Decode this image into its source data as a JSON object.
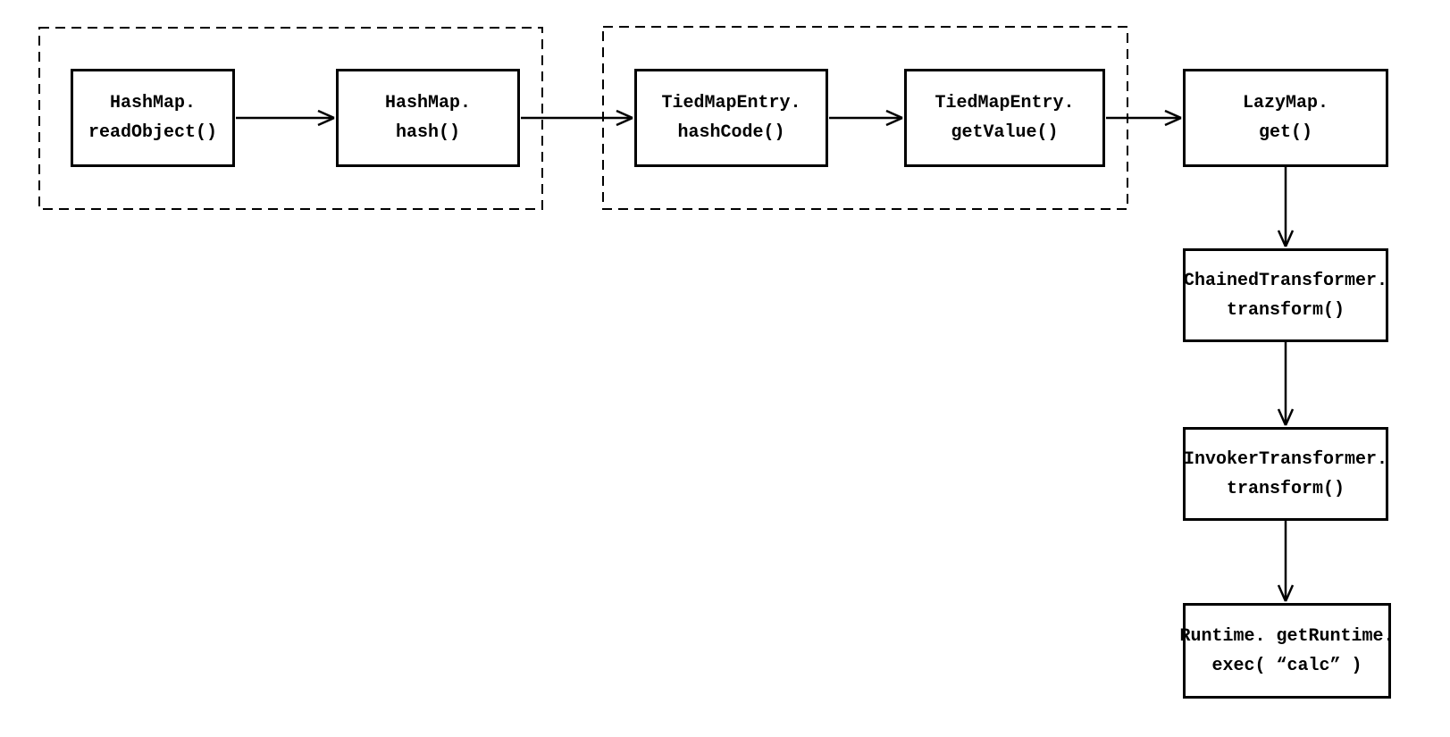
{
  "diagram": {
    "background_color": "#ffffff",
    "stroke_color": "#000000",
    "text_color": "#000000",
    "nodes": [
      {
        "id": "hashmap-readobject",
        "line1": "HashMap.",
        "line2": "readObject()"
      },
      {
        "id": "hashmap-hash",
        "line1": "HashMap.",
        "line2": "hash()"
      },
      {
        "id": "tiedmapentry-hashcode",
        "line1": "TiedMapEntry.",
        "line2": "hashCode()"
      },
      {
        "id": "tiedmapentry-getvalue",
        "line1": "TiedMapEntry.",
        "line2": "getValue()"
      },
      {
        "id": "lazymap-get",
        "line1": "LazyMap.",
        "line2": "get()"
      },
      {
        "id": "chainedtransformer-transform",
        "line1": "ChainedTransformer.",
        "line2": "transform()"
      },
      {
        "id": "invokertransformer-transform",
        "line1": "InvokerTransformer.",
        "line2": "transform()"
      },
      {
        "id": "runtime-exec",
        "line1": "Runtime. getRuntime.",
        "line2": "exec( “calc” )"
      }
    ],
    "edges": [
      {
        "from": "hashmap-readobject",
        "to": "hashmap-hash"
      },
      {
        "from": "hashmap-hash",
        "to": "tiedmapentry-hashcode"
      },
      {
        "from": "tiedmapentry-hashcode",
        "to": "tiedmapentry-getvalue"
      },
      {
        "from": "tiedmapentry-getvalue",
        "to": "lazymap-get"
      },
      {
        "from": "lazymap-get",
        "to": "chainedtransformer-transform"
      },
      {
        "from": "chainedtransformer-transform",
        "to": "invokertransformer-transform"
      },
      {
        "from": "invokertransformer-transform",
        "to": "runtime-exec"
      }
    ],
    "groups": [
      {
        "id": "group-1",
        "members": [
          "hashmap-readobject",
          "hashmap-hash"
        ]
      },
      {
        "id": "group-2",
        "members": [
          "tiedmapentry-hashcode",
          "tiedmapentry-getvalue"
        ]
      }
    ]
  }
}
